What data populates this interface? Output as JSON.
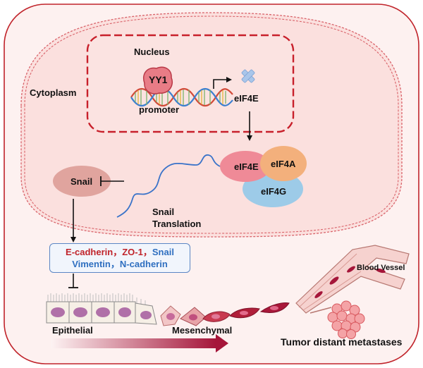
{
  "labels": {
    "nucleus": "Nucleus",
    "cytoplasm": "Cytoplasm",
    "yy1": "YY1",
    "promoter": "promoter",
    "eif4e_gene": "eIF4E",
    "complex_eif4e": "eIF4E",
    "complex_eif4a": "eIF4A",
    "complex_eif4g": "eIF4G",
    "snail": "Snail",
    "snail_translation_1": "Snail",
    "snail_translation_2": "Translation",
    "blood_vessel": "Blood Vessel",
    "epithelial": "Epithelial",
    "mesenchymal": "Mesenchymal",
    "tumor_metastases": "Tumor distant metastases"
  },
  "markers": {
    "line1_red_a": "E-cadherin",
    "line1_sep_a": "，",
    "line1_red_b": "ZO-1",
    "line1_sep_b": "，",
    "line1_blue": "Snail",
    "line2_blue_a": "Vimentin",
    "line2_sep": "，",
    "line2_blue_b": "N-cadherin"
  },
  "colors": {
    "cell_border": "#c0232a",
    "cell_fill": "#fdf0ef",
    "cytoplasm_fill": "#fbe0de",
    "nucleus_border": "#c8202b",
    "yy1": "#e87c86",
    "eif4e": "#ef8a97",
    "eif4a": "#f3b07c",
    "eif4g": "#9dcbe8",
    "mrna": "#3a73c9",
    "snail": "#e0a49e",
    "vessel": "#f2b8b3",
    "arrow_gradient_start": "#fdf3f3",
    "arrow_gradient_end": "#a5163a"
  },
  "icons": [
    "dna-helix-icon",
    "x-cross-icon",
    "blood-vessel-icon",
    "tumor-cluster-icon"
  ]
}
